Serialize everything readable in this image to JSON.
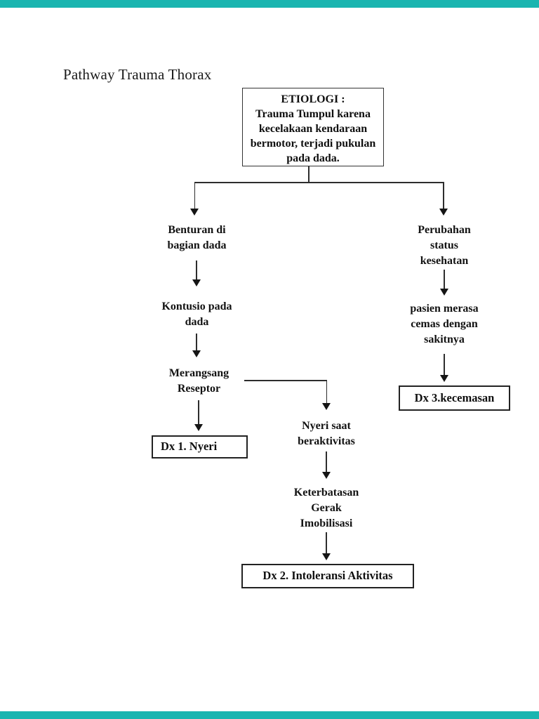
{
  "viewer": {
    "bar_color": "#1ab5b0"
  },
  "document": {
    "title": "Pathway Trauma Thorax",
    "flowchart": {
      "etiologi": "ETIOLOGI :\nTrauma Tumpul karena\nkecelakaan kendaraan\nbermotor, terjadi pukulan\npada dada.",
      "benturan": "Benturan di\nbagian dada",
      "kontusio": "Kontusio pada\ndada",
      "merangsang": "Merangsang\nReseptor",
      "dx1": "Dx 1. Nyeri",
      "nyeri_saat": "Nyeri saat\nberaktivitas",
      "keterbatasan": "Keterbatasan\nGerak\nImobilisasi",
      "dx2": "Dx 2. Intoleransi Aktivitas",
      "perubahan": "Perubahan\nstatus\nkesehatan",
      "pasien_cemas": "pasien merasa\ncemas dengan\nsakitnya",
      "dx3": "Dx 3.kecemasan"
    }
  }
}
